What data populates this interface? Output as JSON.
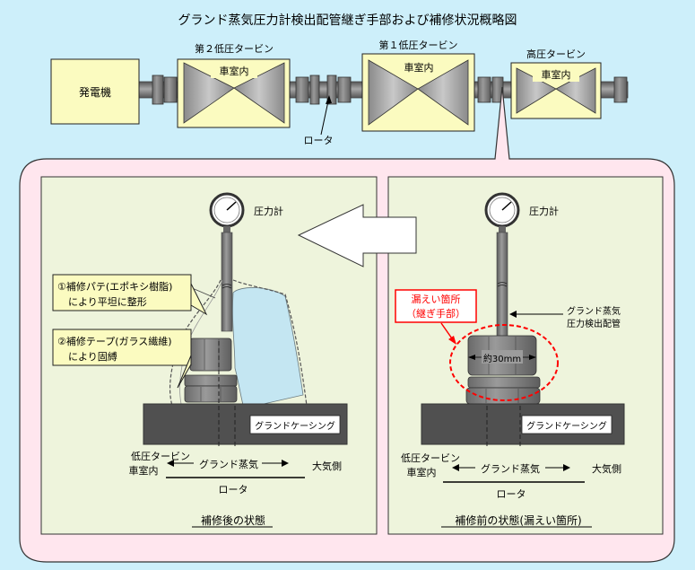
{
  "title": "グランド蒸気圧力計検出配管継ぎ手部および補修状況概略図",
  "overview": {
    "generator": "発電機",
    "lp2": "第２低圧タービン",
    "lp1": "第１低圧タービン",
    "hp": "高圧タービン",
    "casing_inside": "車室内",
    "rotor": "ロータ"
  },
  "after_panel": {
    "pressure_gauge": "圧力計",
    "note1_line1": "①補修パテ(エポキシ樹脂)",
    "note1_line2": "により平坦に整形",
    "note2_line1": "②補修テープ(ガラス繊維)",
    "note2_line2": "により固縛",
    "gland_casing": "グランドケーシング",
    "lp_line1": "低圧タービン",
    "lp_line2": "車室内",
    "gland_steam": "グランド蒸気",
    "atmosphere": "大気側",
    "rotor": "ロータ",
    "caption": "補修後の状態"
  },
  "before_panel": {
    "pressure_gauge": "圧力計",
    "leak_line1": "漏えい箇所",
    "leak_line2": "（継ぎ手部）",
    "pipe_line1": "グランド蒸気",
    "pipe_line2": "圧力検出配管",
    "size": "約30mm",
    "gland_casing": "グランドケーシング",
    "lp_line1": "低圧タービン",
    "lp_line2": "車室内",
    "gland_steam": "グランド蒸気",
    "atmosphere": "大気側",
    "rotor": "ロータ",
    "caption": "補修前の状態(漏えい箇所)"
  },
  "colors": {
    "background": "#cdeffa",
    "panel": "#eef4dc",
    "box": "#fbfbc0",
    "callout": "#ffe6ee",
    "leak_red": "#ff0000",
    "steel": "#777777",
    "casing": "#505050",
    "putty": "#c4e6f2"
  }
}
